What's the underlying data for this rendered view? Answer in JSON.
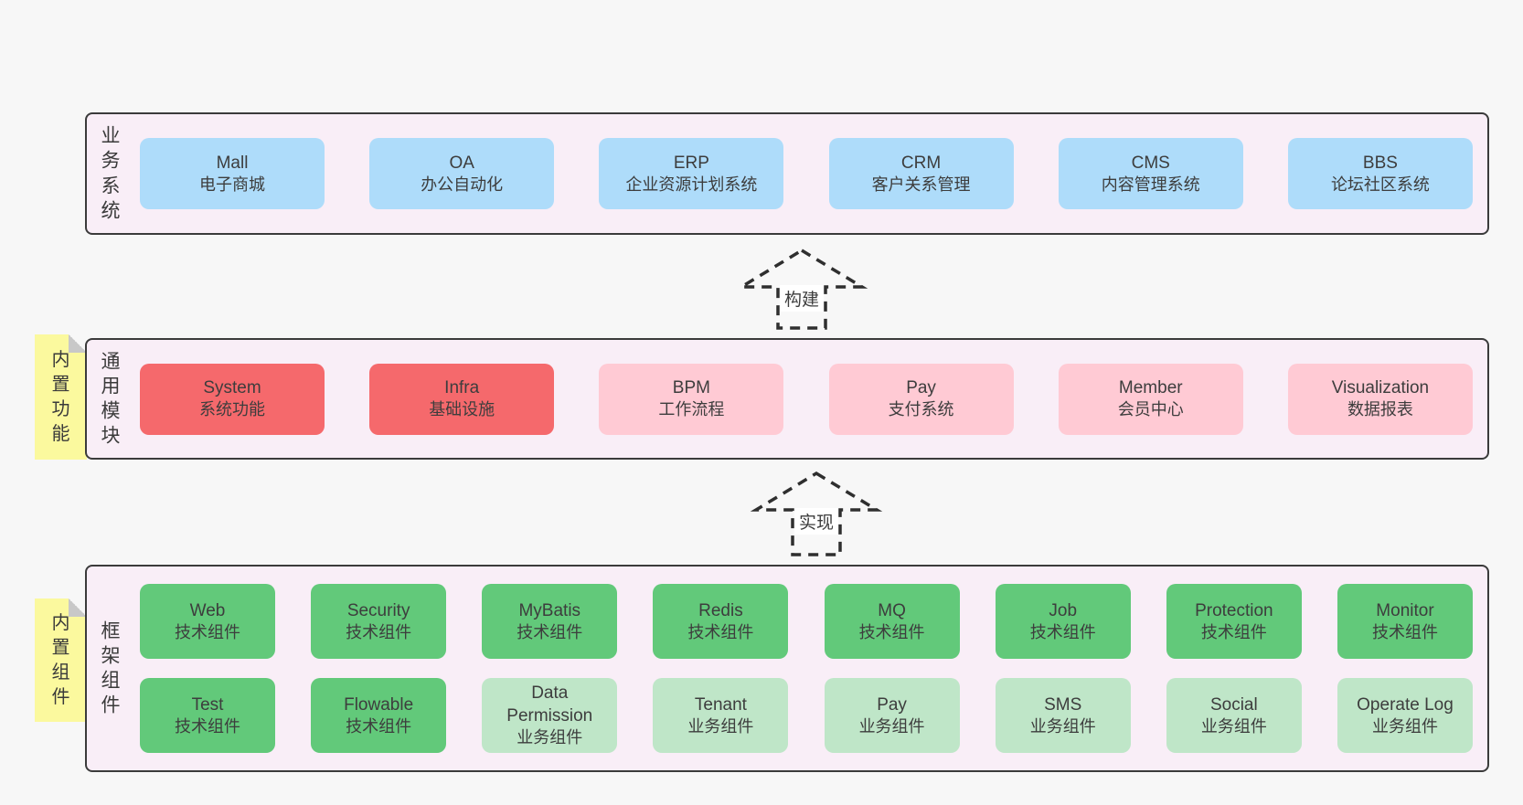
{
  "colors": {
    "page-bg": "#f7f7f7",
    "band-bg": "#f9eef7",
    "band-border": "#3b3b3b",
    "box-blue": "#aedcfa",
    "box-red": "#f5696c",
    "box-pink": "#ffcad4",
    "box-green": "#62c97a",
    "box-lightgreen": "#bfe6c8",
    "sticky-yellow": "#fbf99e",
    "fold-gray": "#c8c8c8",
    "text": "#3d3d3d",
    "arrow-stroke": "#2f2f2f"
  },
  "bands": [
    {
      "id": "business-systems",
      "label": "业务系统",
      "sticky": null,
      "rows": [
        [
          {
            "title": "Mall",
            "subtitle": "电子商城",
            "variant": "blue"
          },
          {
            "title": "OA",
            "subtitle": "办公自动化",
            "variant": "blue"
          },
          {
            "title": "ERP",
            "subtitle": "企业资源计划系统",
            "variant": "blue"
          },
          {
            "title": "CRM",
            "subtitle": "客户关系管理",
            "variant": "blue"
          },
          {
            "title": "CMS",
            "subtitle": "内容管理系统",
            "variant": "blue"
          },
          {
            "title": "BBS",
            "subtitle": "论坛社区系统",
            "variant": "blue"
          }
        ]
      ]
    },
    {
      "id": "common-modules",
      "label": "通用模块",
      "sticky": "内置功能",
      "rows": [
        [
          {
            "title": "System",
            "subtitle": "系统功能",
            "variant": "red"
          },
          {
            "title": "Infra",
            "subtitle": "基础设施",
            "variant": "red"
          },
          {
            "title": "BPM",
            "subtitle": "工作流程",
            "variant": "pink"
          },
          {
            "title": "Pay",
            "subtitle": "支付系统",
            "variant": "pink"
          },
          {
            "title": "Member",
            "subtitle": "会员中心",
            "variant": "pink"
          },
          {
            "title": "Visualization",
            "subtitle": "数据报表",
            "variant": "pink"
          }
        ]
      ]
    },
    {
      "id": "framework-components",
      "label": "框架组件",
      "sticky": "内置组件",
      "rows": [
        [
          {
            "title": "Web",
            "subtitle": "技术组件",
            "variant": "green"
          },
          {
            "title": "Security",
            "subtitle": "技术组件",
            "variant": "green"
          },
          {
            "title": "MyBatis",
            "subtitle": "技术组件",
            "variant": "green"
          },
          {
            "title": "Redis",
            "subtitle": "技术组件",
            "variant": "green"
          },
          {
            "title": "MQ",
            "subtitle": "技术组件",
            "variant": "green"
          },
          {
            "title": "Job",
            "subtitle": "技术组件",
            "variant": "green"
          },
          {
            "title": "Protection",
            "subtitle": "技术组件",
            "variant": "green"
          },
          {
            "title": "Monitor",
            "subtitle": "技术组件",
            "variant": "green"
          }
        ],
        [
          {
            "title": "Test",
            "subtitle": "技术组件",
            "variant": "green"
          },
          {
            "title": "Flowable",
            "subtitle": "技术组件",
            "variant": "green"
          },
          {
            "title": "Data Permission",
            "subtitle": "业务组件",
            "variant": "lightgreen"
          },
          {
            "title": "Tenant",
            "subtitle": "业务组件",
            "variant": "lightgreen"
          },
          {
            "title": "Pay",
            "subtitle": "业务组件",
            "variant": "lightgreen"
          },
          {
            "title": "SMS",
            "subtitle": "业务组件",
            "variant": "lightgreen"
          },
          {
            "title": "Social",
            "subtitle": "业务组件",
            "variant": "lightgreen"
          },
          {
            "title": "Operate Log",
            "subtitle": "业务组件",
            "variant": "lightgreen"
          }
        ]
      ]
    }
  ],
  "arrows": [
    {
      "label": "构建",
      "direction": "up"
    },
    {
      "label": "实现",
      "direction": "up"
    }
  ]
}
